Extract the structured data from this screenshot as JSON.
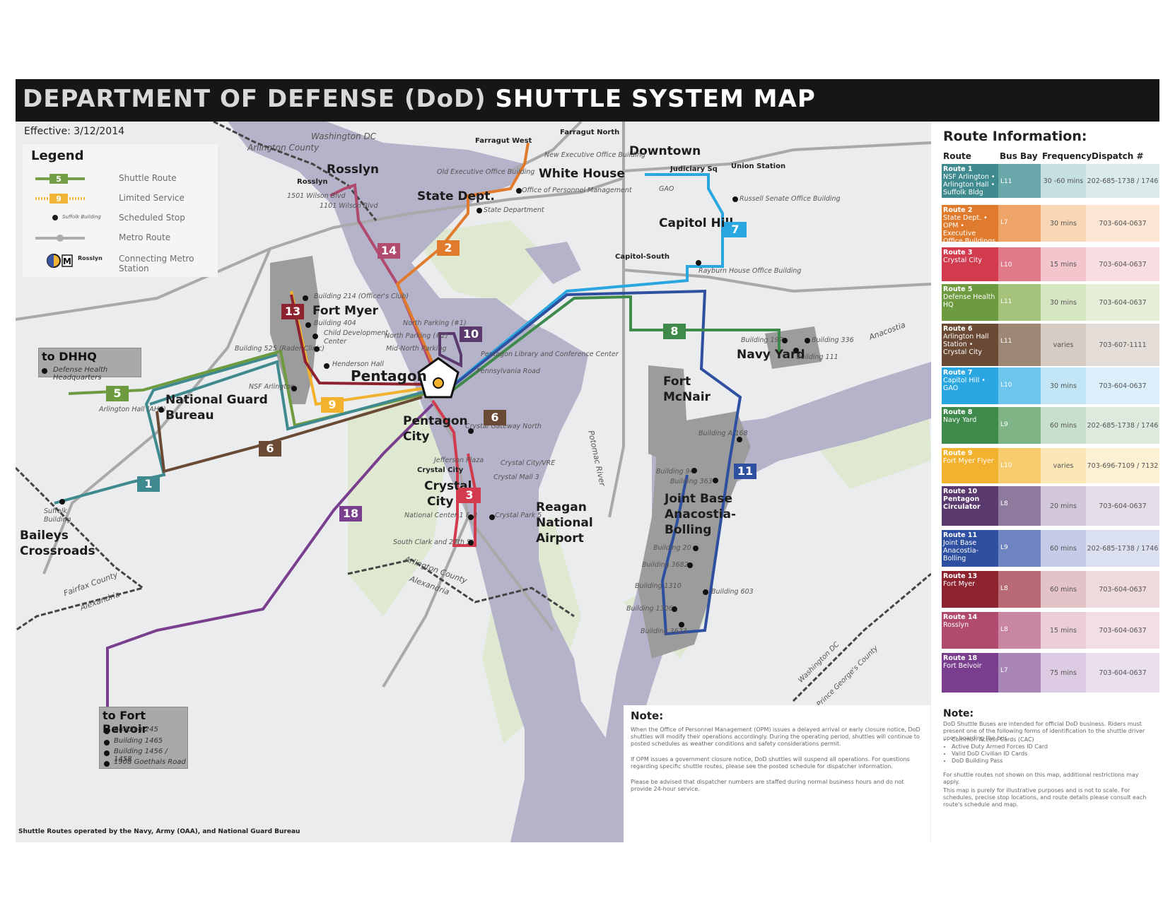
{
  "title": {
    "part1": "DEPARTMENT OF DEFENSE (DoD)",
    "part2": "SHUTTLE SYSTEM MAP"
  },
  "effective": "Effective: 3/12/2014",
  "legend": {
    "heading": "Legend",
    "shuttle_route": "Shuttle Route",
    "limited_service": "Limited Service",
    "scheduled_stop": "Scheduled Stop",
    "scheduled_stop_sample": "Suffolk Building",
    "metro_route": "Metro Route",
    "connecting_metro": "Connecting Metro Station",
    "connecting_metro_sample": "Rosslyn",
    "sample_route5": "5",
    "sample_route9": "9"
  },
  "areas": {
    "washington_dc": "Washington DC",
    "arlington_county": "Arlington County",
    "rosslyn": "Rosslyn",
    "state_dept": "State Dept.",
    "white_house": "White House",
    "downtown": "Downtown",
    "capitol_hill": "Capitol Hill",
    "fort_myer": "Fort Myer",
    "pentagon": "Pentagon",
    "national_guard": "National Guard",
    "bureau": "Bureau",
    "pentagon_city_1": "Pentagon",
    "pentagon_city_2": "City",
    "crystal_city_1": "Crystal",
    "crystal_city_2": "City",
    "reagan_1": "Reagan",
    "reagan_2": "National",
    "reagan_3": "Airport",
    "fort_mcnair_1": "Fort",
    "fort_mcnair_2": "McNair",
    "navy_yard": "Navy Yard",
    "jbab_1": "Joint Base",
    "jbab_2": "Anacostia-",
    "jbab_3": "Bolling",
    "baileys_1": "Baileys",
    "baileys_2": "Crossroads",
    "potomac": "Potomac River",
    "anacostia": "Anacostia",
    "fairfax": "Fairfax County",
    "alexandria": "Alexandria",
    "arlington_county_s": "Arlington County",
    "alexandria_s": "Alexandria",
    "wash_dc_s": "Washington DC",
    "pg_county": "Prince George's County"
  },
  "metro_stations": {
    "farragut_north": "Farragut North",
    "farragut_west": "Farragut West",
    "rosslyn": "Rosslyn",
    "judiciary_sq": "Judiciary Sq",
    "union_station": "Union Station",
    "capitol_south": "Capitol-South",
    "crystal_city": "Crystal City"
  },
  "stops": {
    "new_executive": "New Executive Office Building",
    "old_executive": "Old Executive Office Building",
    "opm": "Office of Personnel Management",
    "state_department": "State Department",
    "gao": "GAO",
    "russell": "Russell Senate Office Building",
    "rayburn": "Rayburn House Office Building",
    "wilson_1501": "1501 Wilson Blvd",
    "wilson_1101": "1101 Wilson Blvd",
    "bldg_214": "Building 214 (Officer's Club)",
    "bldg_404": "Building 404",
    "child_dev_1": "Child Development",
    "child_dev_2": "Center",
    "bldg_525": "Building 525 (Rader Clinic)",
    "henderson": "Henderson Hall",
    "north_parking_1": "North Parking (#1)",
    "north_parking_2": "North Parking (#2)",
    "mid_north": "Mid-North Parking",
    "pentagon_library": "Pentagon Library and Conference Center",
    "pennsylvania": "Pennsylvania Road",
    "nsf_arlington": "NSF Arlington",
    "arlington_hall": "Arlington Hall (AHS)",
    "crystal_gateway": "Crystal Gateway North",
    "jefferson_plaza": "Jefferson Plaza",
    "crystal_vre": "Crystal City/VRE",
    "crystal_mall": "Crystal Mall 3",
    "national_center": "National Center 1 & 2",
    "crystal_park": "Crystal Park 5",
    "south_clark": "South Clark and 27th St",
    "suffolk_1": "Suffolk",
    "suffolk_2": "Building",
    "bldg_197": "Building 197",
    "bldg_336": "Building 336",
    "bldg_111": "Building 111",
    "bldg_a168": "Building A-168",
    "bldg_94": "Building 94",
    "bldg_363": "Building 363",
    "bldg_20": "Building 20",
    "bldg_3682": "Building 3682",
    "bldg_1310": "Building 1310",
    "bldg_603": "Building 603",
    "bldg_1306": "Building 1306",
    "bldg_3623": "Building 3623"
  },
  "route_badges": {
    "r1": "1",
    "r2": "2",
    "r3": "3",
    "r5": "5",
    "r6": "6",
    "r7": "7",
    "r8": "8",
    "r9": "9",
    "r10": "10",
    "r11": "11",
    "r13": "13",
    "r14": "14",
    "r18": "18"
  },
  "dhhq": {
    "heading": "to DHHQ",
    "stop": "Defense Health Headquarters"
  },
  "belvoir": {
    "heading": "to Fort Belvoir",
    "stops": [
      "Building 245",
      "Building 1465",
      "Building 1456 / 1458",
      "1908 Goethals Road"
    ]
  },
  "credit": "Shuttle Routes operated by the Navy, Army (OAA), and National Guard Bureau",
  "map_note": {
    "heading": "Note:",
    "p1": "When the Office of Personnel Management (OPM) issues a delayed arrival or early closure notice, DoD shuttles will modify their operations accordingly. During the operating period, shuttles will continue to posted schedules as weather conditions and safety considerations permit.",
    "p2": "If OPM issues a government closure notice, DoD shuttles will suspend all operations. For questions regarding specific shuttle routes, please see the posted schedule for dispatcher information.",
    "p3": "Please be advised that dispatcher numbers are staffed during normal business hours and do not provide 24-hour service."
  },
  "route_info": {
    "heading": "Route Information:",
    "cols": [
      "Route",
      "Bus Bay",
      "Frequency",
      "Dispatch #"
    ],
    "routes": [
      {
        "name": "Route 1",
        "desc": "NSF Arlington • Arlington Hall • Suffolk Bldg",
        "bay": "L11",
        "freq": "30 -60 mins",
        "dispatch": "202-685-1738 / 1746",
        "c1": "#3e8a8f",
        "c2": "#6aa8ab",
        "c3": "#c6dfe0",
        "c4": "#dbeaeb",
        "bold": false
      },
      {
        "name": "Route 2",
        "desc": "State Dept. • OPM • Executive Office Buildings",
        "bay": "L7",
        "freq": "30 mins",
        "dispatch": "703-604-0637",
        "c1": "#e07b2e",
        "c2": "#eea466",
        "c3": "#f8d6b6",
        "c4": "#fbe6d4",
        "bold": false
      },
      {
        "name": "Route 3",
        "desc": "Crystal City",
        "bay": "L10",
        "freq": "15 mins",
        "dispatch": "703-604-0637",
        "c1": "#d23a4e",
        "c2": "#e07a89",
        "c3": "#f3c6cd",
        "c4": "#f8dde1",
        "bold": false
      },
      {
        "name": "Route 5",
        "desc": "Defense Health HQ",
        "bay": "L11",
        "freq": "30 mins",
        "dispatch": "703-604-0637",
        "c1": "#6e9b3f",
        "c2": "#a4c27a",
        "c3": "#d6e5c2",
        "c4": "#e5eed8",
        "bold": false
      },
      {
        "name": "Route 6",
        "desc": "Arlington Hall Station • Crystal City",
        "bay": "L11",
        "freq": "varies",
        "dispatch": "703-607-1111",
        "c1": "#6a4a34",
        "c2": "#9c8674",
        "c3": "#d6ccc3",
        "c4": "#e5ded8",
        "bold": false
      },
      {
        "name": "Route 7",
        "desc": "Capitol Hill • GAO",
        "bay": "L10",
        "freq": "30 mins",
        "dispatch": "703-604-0637",
        "c1": "#2aa6e0",
        "c2": "#6dc4ec",
        "c3": "#c3e6f6",
        "c4": "#dbf0fa",
        "bold": false
      },
      {
        "name": "Route 8",
        "desc": "Navy Yard",
        "bay": "L9",
        "freq": "60 mins",
        "dispatch": "202-685-1738 / 1746",
        "c1": "#3f8a4a",
        "c2": "#7fb486",
        "c3": "#c8e0cb",
        "c4": "#dcebde",
        "bold": false
      },
      {
        "name": "Route 9",
        "desc": "Fort Myer Flyer",
        "bay": "L10",
        "freq": "varies",
        "dispatch": "703-696-7109 / 7132",
        "c1": "#f3b22d",
        "c2": "#f6cc6e",
        "c3": "#fbe7b6",
        "c4": "#fdf1d3",
        "bold": false
      },
      {
        "name": "Route 10",
        "desc": "Pentagon Circulator",
        "bay": "L8",
        "freq": "20 mins",
        "dispatch": "703-604-0637",
        "c1": "#5a3a6e",
        "c2": "#8e7a9c",
        "c3": "#d2c8d9",
        "c4": "#e3dde8",
        "bold": true
      },
      {
        "name": "Route 11",
        "desc": "Joint Base Anacostia-Bolling",
        "bay": "L9",
        "freq": "60 mins",
        "dispatch": "202-685-1738 / 1746",
        "c1": "#2f4fa0",
        "c2": "#6e84c0",
        "c3": "#c3cbe6",
        "c4": "#dbe0f0",
        "bold": false
      },
      {
        "name": "Route 13",
        "desc": "Fort Myer",
        "bay": "L8",
        "freq": "60 mins",
        "dispatch": "703-604-0637",
        "c1": "#8e2330",
        "c2": "#b86a74",
        "c3": "#e3c3c7",
        "c4": "#eedadd",
        "bold": false
      },
      {
        "name": "Route 14",
        "desc": "Rosslyn",
        "bay": "L8",
        "freq": "15 mins",
        "dispatch": "703-604-0637",
        "c1": "#b04a6e",
        "c2": "#c986a0",
        "c3": "#ebcdd8",
        "c4": "#f2dfe6",
        "bold": false
      },
      {
        "name": "Route 18",
        "desc": "Fort Belvoir",
        "bay": "L7",
        "freq": "75 mins",
        "dispatch": "703-604-0637",
        "c1": "#7a3e8e",
        "c2": "#a986b6",
        "c3": "#dccbe2",
        "c4": "#e9dfed",
        "bold": false
      }
    ]
  },
  "side_note": {
    "heading": "Note:",
    "intro": "DoD Shuttle Buses are intended for official DoD business. Riders must present one of the following forms of identification to the shuttle driver upon boarding the bus.",
    "items": [
      "Common Access Cards (CAC)",
      "Active Duty Armed Forces ID Card",
      "Valid DoD Civilian ID Cards",
      "DoD Building Pass"
    ],
    "p2": "For shuttle routes not shown on this map, additional restrictions may apply.",
    "p3": "This map is purely for illustrative purposes and is not to scale. For schedules, precise stop locations, and route details please consult each route's schedule and map."
  },
  "colors": {
    "r1": "#3e8a8f",
    "r2": "#e07b2e",
    "r3": "#d23a4e",
    "r5": "#6e9b3f",
    "r6": "#6a4a34",
    "r7": "#2aa6e0",
    "r8": "#3f8a4a",
    "r9": "#f3b22d",
    "r10": "#5a3a6e",
    "r11": "#2f4fa0",
    "r13": "#8e2330",
    "r14": "#b04a6e",
    "r18": "#7a3e8e",
    "water": "#b4b3c9",
    "park": "#dfe9d2",
    "base": "#9c9c9c"
  }
}
